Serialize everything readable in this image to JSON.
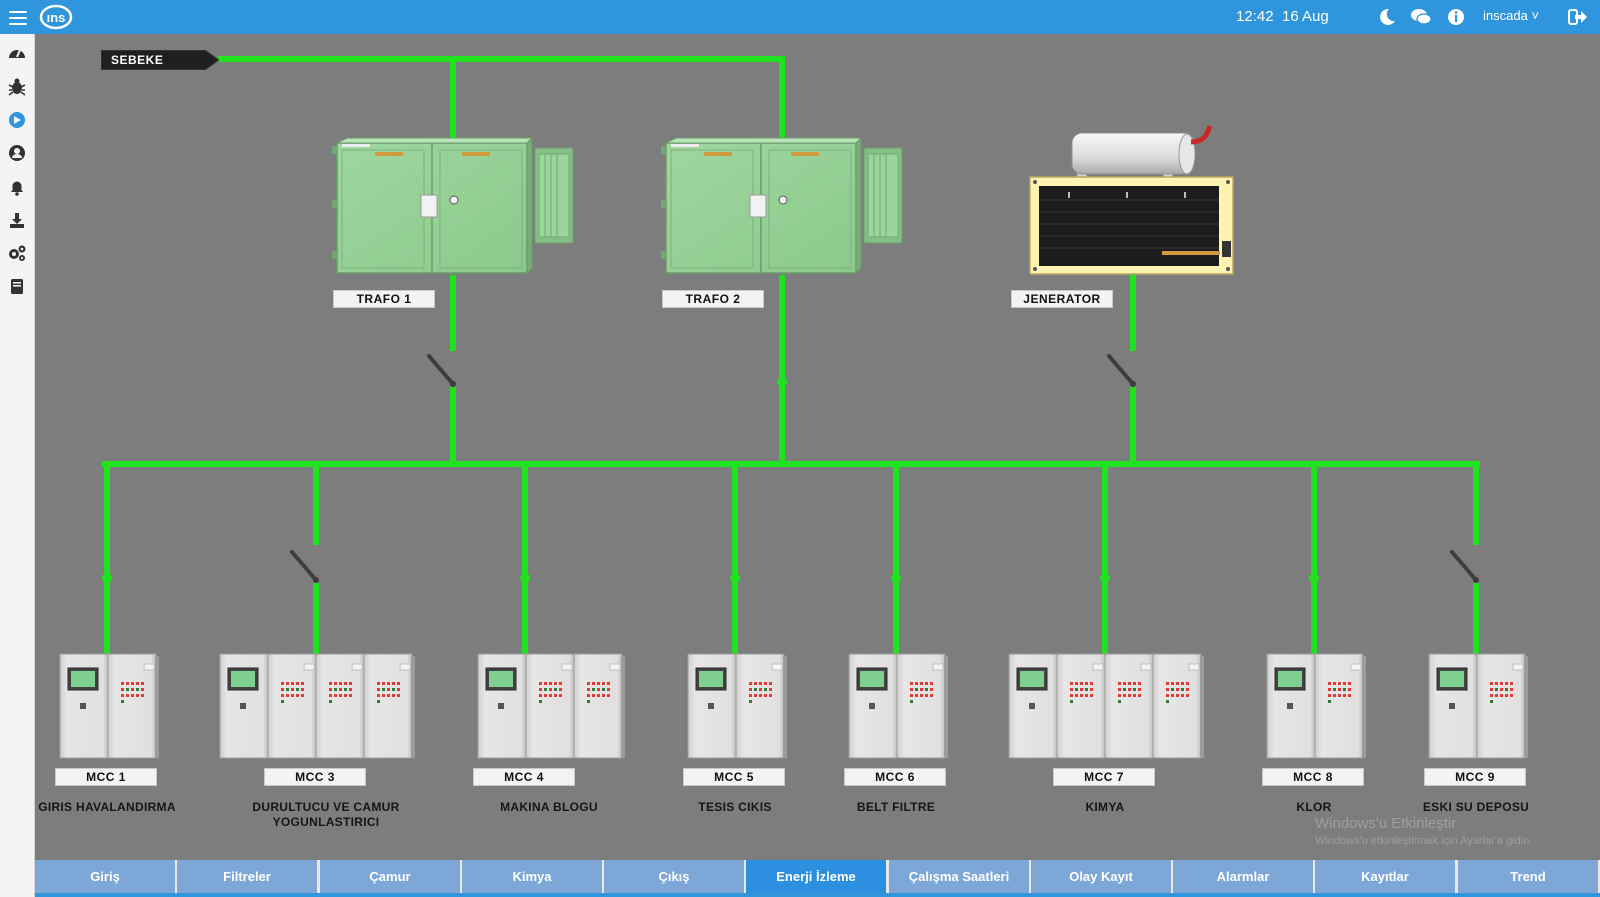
{
  "topbar": {
    "time": "12:42",
    "date": "16 Aug",
    "user": "inscada",
    "icons": [
      "menu-icon",
      "app-logo",
      "moon-icon",
      "chat-icon",
      "info-icon",
      "user-dropdown",
      "logout-icon"
    ]
  },
  "sidebar": {
    "items": [
      {
        "icon": "dashboard-icon"
      },
      {
        "icon": "bug-icon"
      },
      {
        "icon": "animation-icon",
        "active": true
      },
      {
        "icon": "user-icon"
      },
      {
        "icon": "bell-icon"
      },
      {
        "icon": "download-icon"
      },
      {
        "icon": "cogs-icon"
      },
      {
        "icon": "book-icon"
      }
    ]
  },
  "diagram": {
    "source_label": "SEBEKE",
    "line_color": "#1fe31f",
    "transformers": [
      {
        "label": "TRAFO 1",
        "switch": "open"
      },
      {
        "label": "TRAFO 2",
        "switch": "closed"
      }
    ],
    "generator": {
      "label": "JENERATOR",
      "switch": "open"
    },
    "mccs": [
      {
        "label": "MCC 1",
        "caption_lines": [
          "GIRIS HAVALANDIRMA"
        ],
        "cabinets": 2,
        "switch": "closed"
      },
      {
        "label": "MCC 3",
        "caption_lines": [
          "DURULTUCU VE CAMUR",
          "YOGUNLASTIRICI"
        ],
        "cabinets": 4,
        "switch": "open"
      },
      {
        "label": "MCC 4",
        "caption_lines": [
          "MAKINA BLOGU"
        ],
        "cabinets": 3,
        "switch": "closed"
      },
      {
        "label": "MCC 5",
        "caption_lines": [
          "TESIS CIKIS"
        ],
        "cabinets": 2,
        "switch": "closed"
      },
      {
        "label": "MCC 6",
        "caption_lines": [
          "BELT FILTRE"
        ],
        "cabinets": 2,
        "switch": "closed"
      },
      {
        "label": "MCC 7",
        "caption_lines": [
          "KIMYA"
        ],
        "cabinets": 4,
        "switch": "closed"
      },
      {
        "label": "MCC 8",
        "caption_lines": [
          "KLOR"
        ],
        "cabinets": 2,
        "switch": "closed"
      },
      {
        "label": "MCC 9",
        "caption_lines": [
          "ESKI SU DEPOSU"
        ],
        "cabinets": 2,
        "switch": "open"
      }
    ]
  },
  "watermark": {
    "line1": "Windows'u Etkinleştir",
    "line2": "Windows'u etkinleştirmek için Ayarlar'a gidin."
  },
  "tabs": [
    {
      "label": "Giriş"
    },
    {
      "label": "Filtreler"
    },
    {
      "label": "Çamur"
    },
    {
      "label": "Kimya"
    },
    {
      "label": "Çıkış"
    },
    {
      "label": "Enerji İzleme",
      "active": true
    },
    {
      "label": "Çalışma Saatleri"
    },
    {
      "label": "Olay Kayıt"
    },
    {
      "label": "Alarmlar"
    },
    {
      "label": "Kayıtlar"
    },
    {
      "label": "Trend"
    }
  ]
}
